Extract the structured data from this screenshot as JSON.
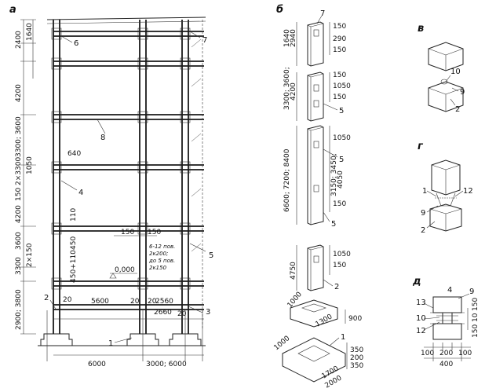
{
  "panels": {
    "a": "а",
    "b": "б",
    "v": "в",
    "g": "г",
    "d": "д"
  },
  "panel_a": {
    "vert_dims": [
      "2400",
      "1640",
      "4200",
      "3300; 3600",
      "2×3300",
      "1050",
      "640",
      "150",
      "4200",
      "3600",
      "110",
      "3300",
      "450",
      "450+110",
      "2×150",
      "2900; 3800"
    ],
    "horiz_dims": [
      "150",
      "150",
      "20",
      "5600",
      "20",
      "20",
      "2560",
      "2660",
      "20",
      "6000",
      "3000; 6000"
    ],
    "level": "0,000",
    "note": [
      "6-12 пов.",
      "2к200;",
      "до 5 пов.",
      "2к150"
    ],
    "callouts": [
      "6",
      "7",
      "8",
      "4",
      "5",
      "2",
      "3",
      "1"
    ]
  },
  "panel_b": {
    "col1_top": "1640",
    "col1_left": "2940",
    "col1_dims": [
      "150",
      "290",
      "150"
    ],
    "col2_left": "3300; 3600;",
    "col2_left2": "4200",
    "col2_dims": [
      "150",
      "1050",
      "150"
    ],
    "col3_left": "6600; 7200; 8400",
    "col3_mid": "3150; 3450;",
    "col3_mid2": "4050",
    "col3_dims": [
      "1050",
      "150"
    ],
    "col4_left": "4750",
    "col4_dims": [
      "1050",
      "150"
    ],
    "footing1": [
      "1000",
      "1300",
      "900"
    ],
    "footing2": [
      "1000",
      "350",
      "200",
      "350",
      "1700",
      "2000"
    ],
    "callouts": [
      "7",
      "5",
      "5",
      "2",
      "1",
      "5"
    ]
  },
  "panel_v": {
    "callouts": [
      "10",
      "9",
      "2"
    ]
  },
  "panel_g": {
    "callouts": [
      "1",
      "12",
      "9",
      "2"
    ]
  },
  "panel_d": {
    "callouts": [
      "13",
      "9",
      "10",
      "12",
      "4"
    ],
    "dims_bottom": [
      "100",
      "200",
      "100",
      "400"
    ],
    "dims_right": [
      "150",
      "10",
      "150"
    ]
  }
}
